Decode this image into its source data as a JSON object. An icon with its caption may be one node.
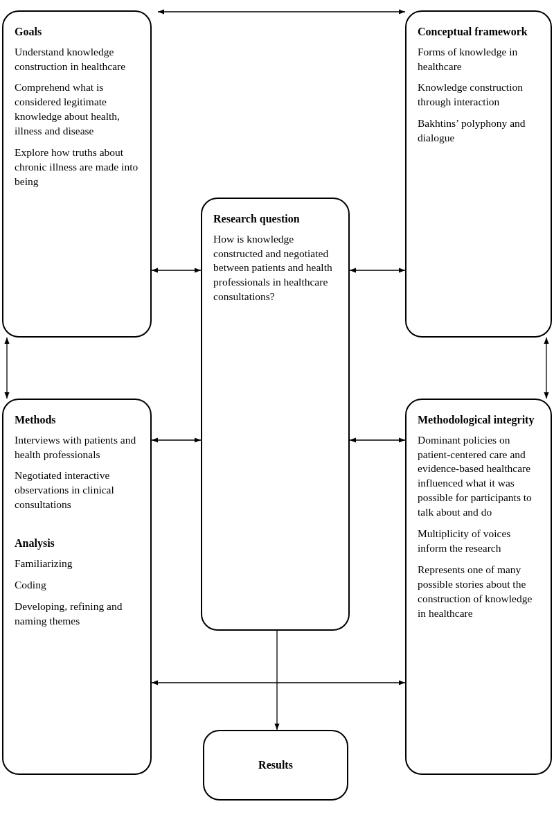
{
  "diagram": {
    "nodes": [
      {
        "text": [
          "Goals",
          "Understand knowledge construction in healthcare",
          "Comprehend what is considered legitimate knowledge about health, illness and disease",
          "Explore how truths about chronic illness are made into being"
        ]
      },
      {
        "text": [
          "Conceptual framework",
          "Forms of knowledge in healthcare",
          "Knowledge construction through interaction",
          "Bakhtins’ polyphony and dialogue"
        ]
      },
      {
        "text": [
          "Research question",
          "How is knowledge constructed and negotiated between patients and health professionals in healthcare consultations?"
        ]
      },
      {
        "text": [
          "Methods",
          "Interviews with patients and health professionals",
          "Negotiated interactive observations in clinical consultations",
          "Analysis",
          "Familiarizing",
          "Coding",
          "Developing, refining and naming themes"
        ]
      },
      {
        "text": [
          "Methodological integrity",
          "Dominant policies on patient-centered care and evidence-based healthcare influenced what it was possible for participants to talk about and do",
          "Multiplicity of voices inform the research",
          "Represents one of many possible stories about the construction of knowledge in healthcare"
        ]
      },
      {
        "text": [
          "Results"
        ]
      }
    ],
    "edges": [
      {
        "from": 0,
        "to": 1,
        "arrow": "both"
      },
      {
        "from": 0,
        "to": 2,
        "arrow": "both"
      },
      {
        "from": 2,
        "to": 1,
        "arrow": "both"
      },
      {
        "from": 0,
        "to": 3,
        "arrow": "both"
      },
      {
        "from": 1,
        "to": 4,
        "arrow": "both"
      },
      {
        "from": 3,
        "to": 2,
        "arrow": "both"
      },
      {
        "from": 2,
        "to": 4,
        "arrow": "both"
      },
      {
        "from": 3,
        "to": 4,
        "arrow": "both"
      },
      {
        "from": 2,
        "to": 5,
        "arrow": "to"
      }
    ]
  }
}
